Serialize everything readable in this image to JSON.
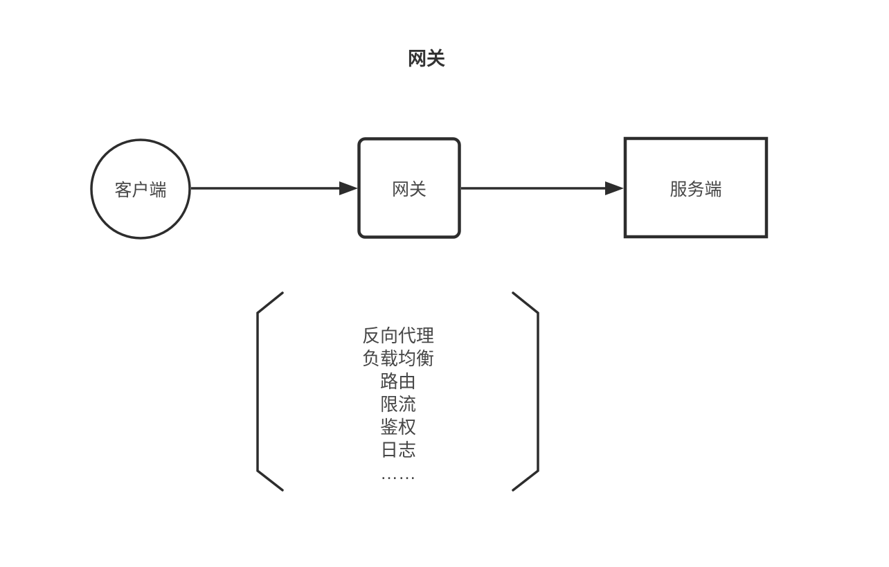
{
  "title": "网关",
  "nodes": {
    "client": {
      "label": "客户端",
      "shape": "circle"
    },
    "gateway": {
      "label": "网关",
      "shape": "rounded-rectangle"
    },
    "server": {
      "label": "服务端",
      "shape": "rectangle"
    }
  },
  "edges": [
    {
      "from": "客户端",
      "to": "网关",
      "style": "solid-arrow"
    },
    {
      "from": "网关",
      "to": "服务端",
      "style": "solid-arrow"
    }
  ],
  "gateway_functions": {
    "items": [
      "反向代理",
      "负载均衡",
      "路由",
      "限流",
      "鉴权",
      "日志",
      "……"
    ]
  },
  "colors": {
    "stroke": "#2d2d2d",
    "text": "#474747",
    "title_text": "#333333",
    "background": "#ffffff"
  }
}
